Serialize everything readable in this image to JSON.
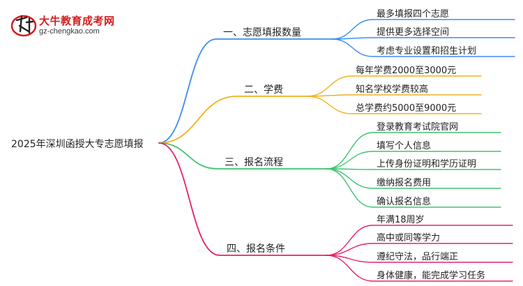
{
  "logo": {
    "name": "大牛教育成考网",
    "url": "gz-chengkao.com"
  },
  "root": {
    "title": "2025年深圳函授大专志愿填报"
  },
  "branches": [
    {
      "label": "一、志愿填报数量",
      "color": "#3c8cf0",
      "leaves": [
        "最多填报四个志愿",
        "提供更多选择空间",
        "考虑专业设置和招生计划"
      ]
    },
    {
      "label": "二、学费",
      "color": "#f0b21e",
      "leaves": [
        "每年学费2000至3000元",
        "知名学校学费较高",
        "总学费约5000至9000元"
      ]
    },
    {
      "label": "三、报名流程",
      "color": "#3dc36e",
      "leaves": [
        "登录教育考试院官网",
        "填写个人信息",
        "上传身份证明和学历证明",
        "缴纳报名费用",
        "确认报名信息"
      ]
    },
    {
      "label": "四、报名条件",
      "color": "#e8206e",
      "leaves": [
        "年满18周岁",
        "高中或同等学力",
        "遵纪守法，品行端正",
        "身体健康，能完成学习任务"
      ]
    }
  ]
}
